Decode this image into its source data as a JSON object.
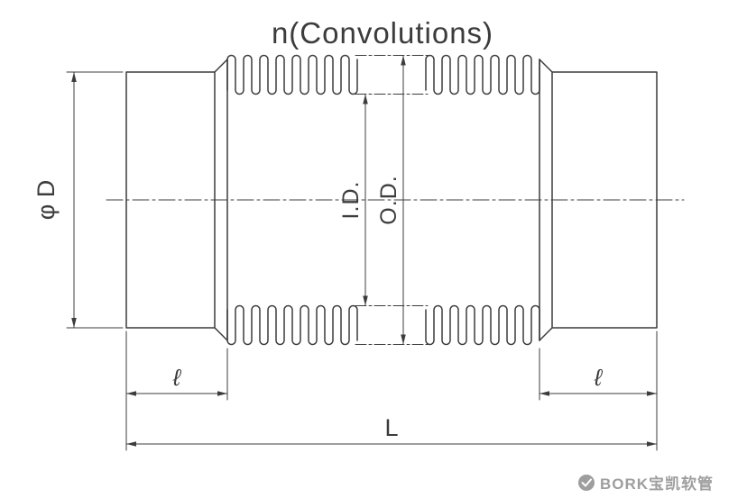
{
  "diagram": {
    "title": "n(Convolutions)",
    "line_color": "#3c3c3c",
    "background": "#ffffff",
    "labels": {
      "pipe_outer_diameter": "φ D",
      "inner_diameter": "I.D.",
      "outer_diameter": "O.D.",
      "left_end_length": "ℓ",
      "right_end_length": "ℓ",
      "overall_length": "L"
    }
  },
  "watermark": {
    "brand": "BORK宝凯软管",
    "color": "#9e9e9e"
  }
}
